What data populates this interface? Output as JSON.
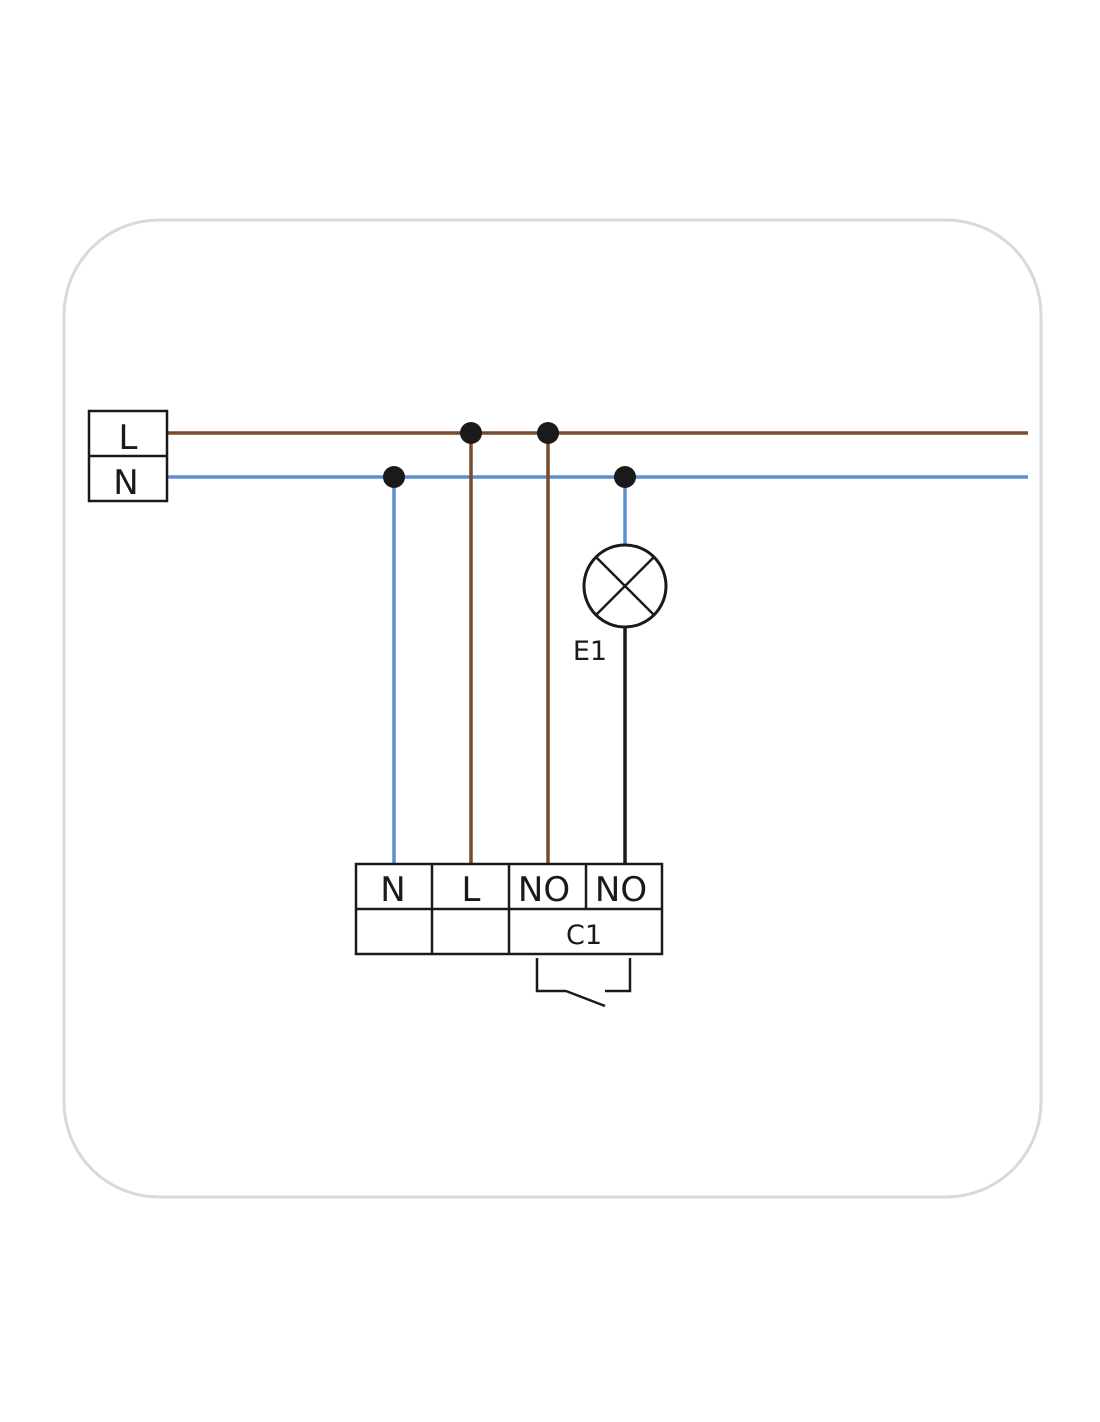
{
  "colors": {
    "live_wire": "#7a4a2c",
    "neutral_wire": "#5b8fd0",
    "switched_wire": "#1a1a1a",
    "outline": "#1a1a1a",
    "card_border": "#d9d9d9"
  },
  "supply": {
    "live_label": "L",
    "neutral_label": "N"
  },
  "lamp": {
    "label": "E1"
  },
  "module": {
    "terminals": [
      "N",
      "L",
      "NO",
      "NO"
    ],
    "contact_label": "C1"
  }
}
